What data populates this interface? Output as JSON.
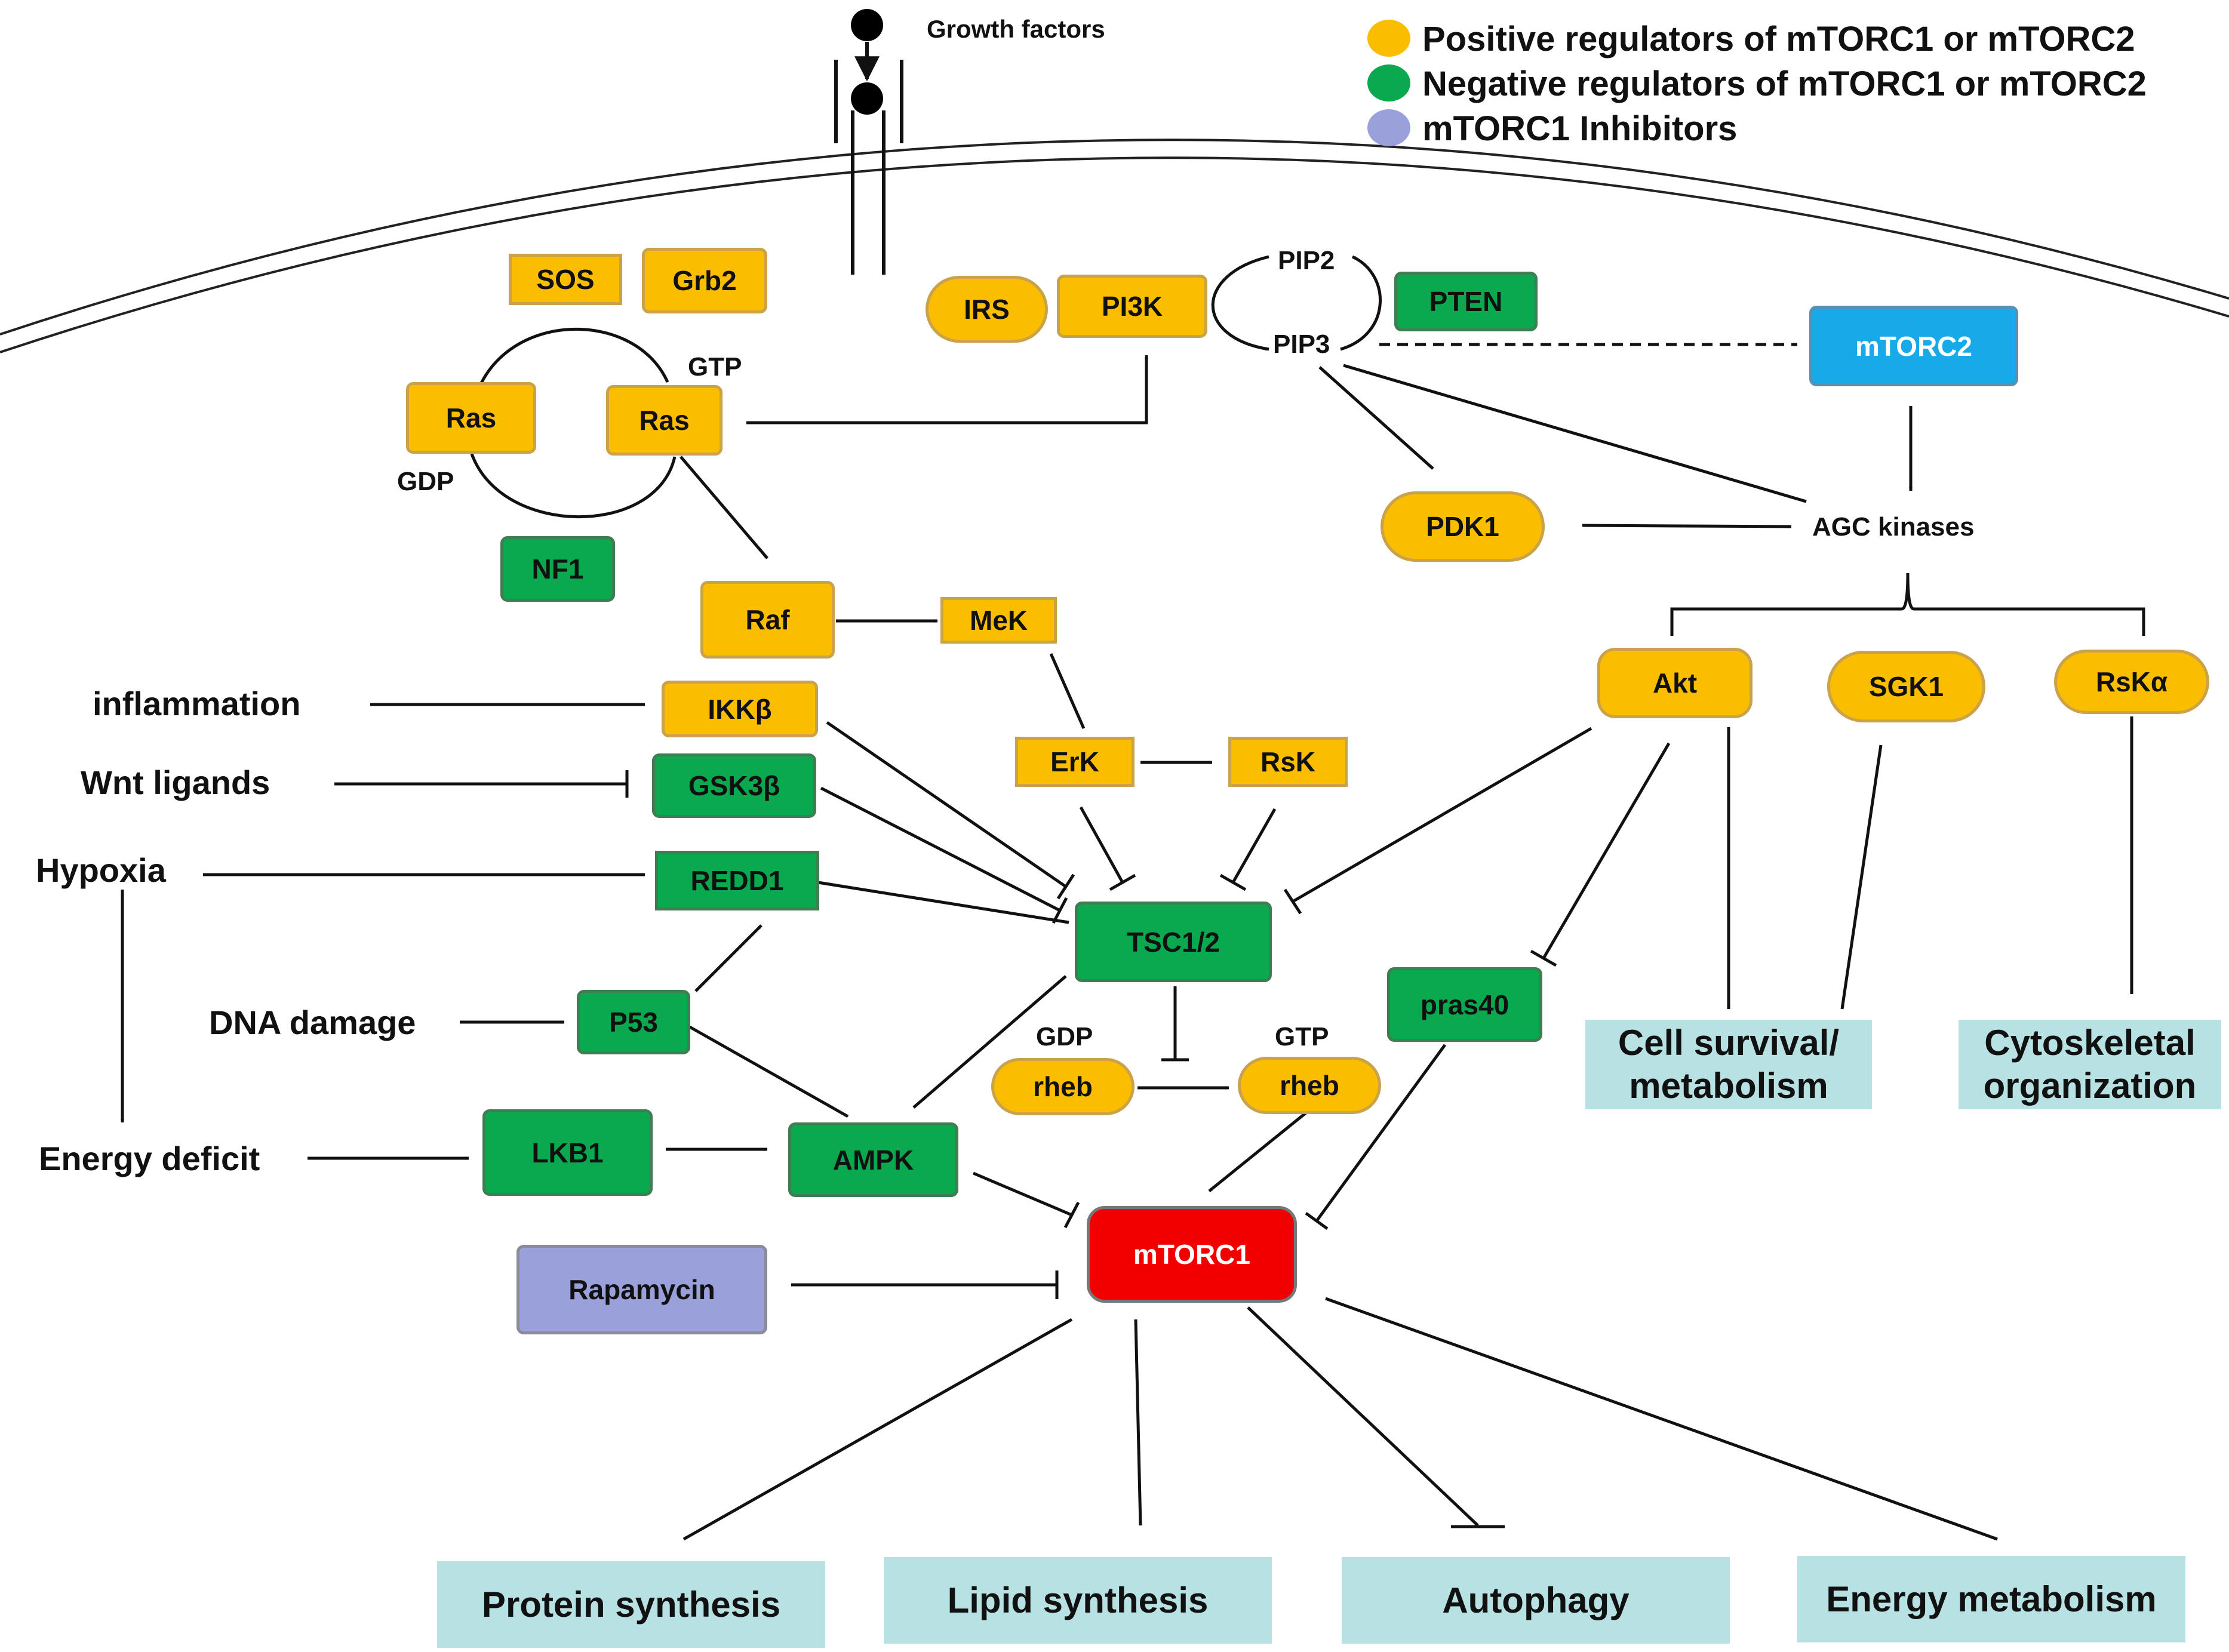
{
  "legend": [
    {
      "label": "Positive regulators of mTORC1 or mTORC2",
      "color": "#fbbd00"
    },
    {
      "label": "Negative regulators of mTORC1 or mTORC2",
      "color": "#0aa84f"
    },
    {
      "label": "mTORC1 Inhibitors",
      "color": "#9aa0da"
    }
  ],
  "labels": {
    "growth_factors": "Growth factors",
    "gtp_ras": "GTP",
    "gdp_ras": "GDP",
    "pip2": "PIP2",
    "pip3": "PIP3",
    "agc": "AGC kinases",
    "inflammation": "inflammation",
    "wnt": "Wnt ligands",
    "hypoxia": "Hypoxia",
    "dna": "DNA damage",
    "energy": "Energy deficit",
    "gdp_rheb": "GDP",
    "gtp_rheb": "GTP"
  },
  "nodes": {
    "sos": "SOS",
    "grb2": "Grb2",
    "ras_gdp": "Ras",
    "ras_gtp": "Ras",
    "nf1": "NF1",
    "irs": "IRS",
    "pi3k": "PI3K",
    "pten": "PTEN",
    "mtorc2": "mTORC2",
    "pdk1": "PDK1",
    "raf": "Raf",
    "mek": "MeK",
    "erk": "ErK",
    "rsk": "RsK",
    "ikkb": "IKKβ",
    "gsk3b": "GSK3β",
    "redd1": "REDD1",
    "p53": "P53",
    "lkb1": "LKB1",
    "ampk": "AMPK",
    "tsc": "TSC1/2",
    "rheb_gdp": "rheb",
    "rheb_gtp": "rheb",
    "akt": "Akt",
    "sgk1": "SGK1",
    "rska": "RsKα",
    "pras40": "pras40",
    "mtorc1": "mTORC1",
    "rapamycin": "Rapamycin"
  },
  "outcomes": {
    "cell_survival": "Cell survival/ metabolism",
    "cytoskeletal": "Cytoskeletal organization",
    "protein": "Protein synthesis",
    "lipid": "Lipid synthesis",
    "autophagy": "Autophagy",
    "energy_metabolism": "Energy metabolism"
  }
}
